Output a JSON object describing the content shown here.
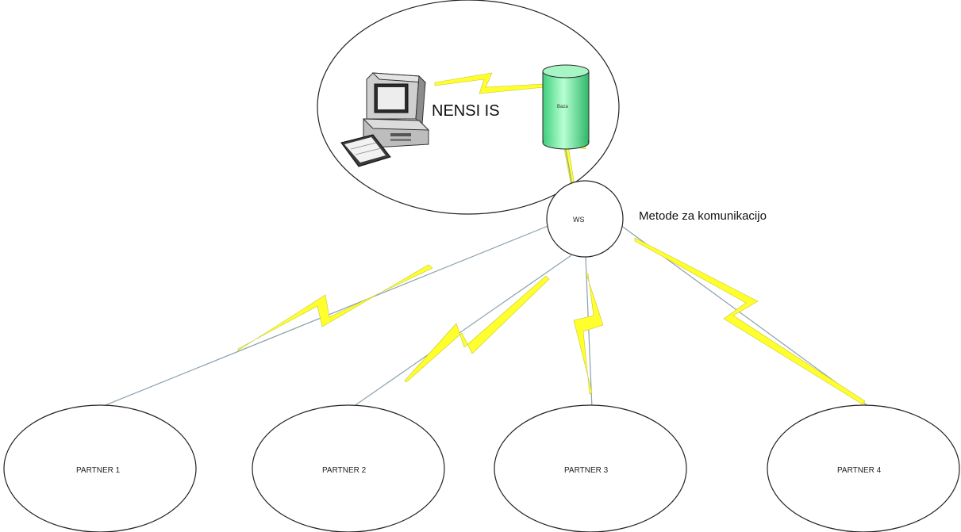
{
  "system": {
    "label": "NENSI IS",
    "database_label": "Baza"
  },
  "web_service": {
    "label": "WS",
    "methods_label": "Metode za komunikacijo"
  },
  "partners": [
    {
      "label": "PARTNER 1"
    },
    {
      "label": "PARTNER 2"
    },
    {
      "label": "PARTNER 3"
    },
    {
      "label": "PARTNER 4"
    }
  ],
  "colors": {
    "lightning": "#ffff2e",
    "connector_line": "#8aa1ad",
    "database_fill": "#8ef0b4",
    "outline": "#222222"
  },
  "icons": [
    "computer-workstation-icon",
    "database-cylinder-icon",
    "lightning-bolt-icon"
  ]
}
